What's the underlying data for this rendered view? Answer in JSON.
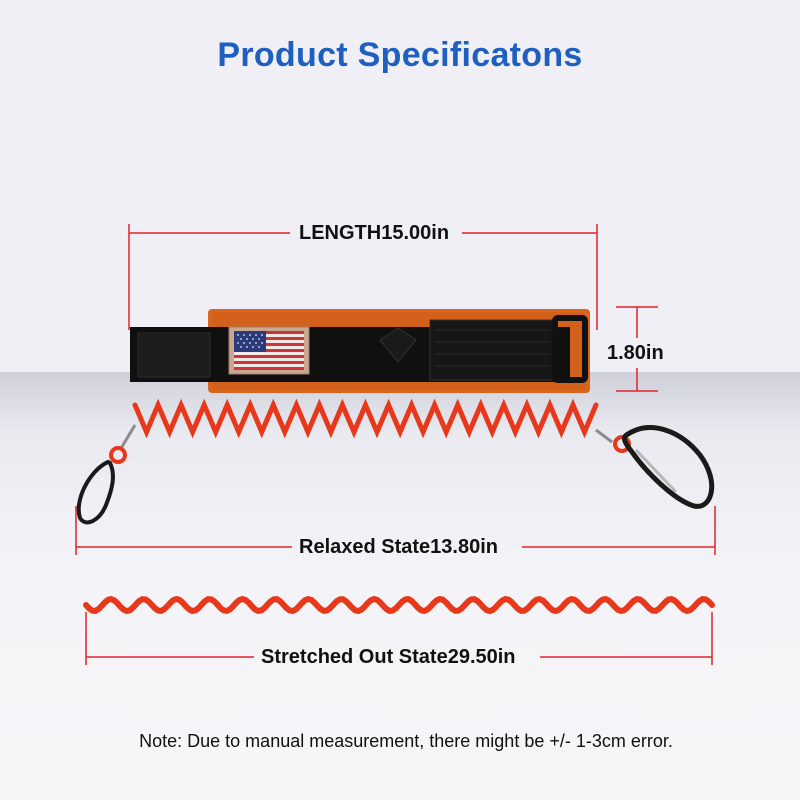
{
  "title": "Product Specificatons",
  "dimensions": {
    "length": "LENGTH15.00in",
    "width": "1.80in",
    "relaxed": "Relaxed State13.80in",
    "stretched": "Stretched Out State29.50in"
  },
  "note": "Note: Due to manual measurement,  there might be +/- 1-3cm error.",
  "colors": {
    "title": "#1f5fbf",
    "dimension_line": "#e0242b",
    "strap_orange": "#d9661e",
    "coil_red": "#e8381c"
  },
  "icons": [
    "us-flag-patch",
    "carabiner-icon"
  ]
}
